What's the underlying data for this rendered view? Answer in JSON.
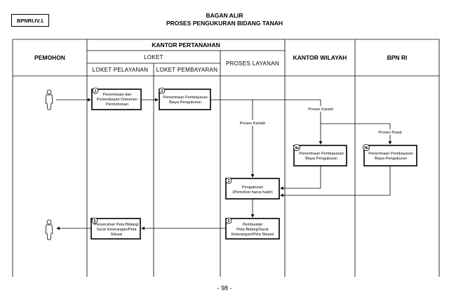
{
  "doc": {
    "code": "BPNRI.IV.1",
    "title_line1": "BAGAN ALIR",
    "title_line2": "PROSES PENGUKURAN BIDANG TANAH",
    "page_number": "- 98 -"
  },
  "headers": {
    "pemohon": "PEMOHON",
    "kantor_pertanahan": "KANTOR PERTANAHAN",
    "loket": "LOKET",
    "loket_pelayanan": "LOKET PELAYANAN",
    "loket_pembayaran": "LOKET PEMBAYARAN",
    "proses_layanan": "PROSES LAYANAN",
    "kantor_wilayah": "KANTOR WILAYAH",
    "bpn_ri": "BPN RI"
  },
  "steps": {
    "s1": {
      "num": "1",
      "line1": "Penerimaan dan",
      "line2": "Pemeriksaan Dokumen",
      "line3": "Permohonan"
    },
    "s2": {
      "num": "2",
      "line1": "Penerimaan Pembayaran",
      "line2": "Biaya Pengukuran"
    },
    "s4a": {
      "num": "4a",
      "line1": "Penerimaan Pembayaran",
      "line2": "Biaya Pengukuran"
    },
    "s4b": {
      "num": "4b",
      "line1": "Penerimaan Pembayaran",
      "line2": "Biaya Pengukuran"
    },
    "s3": {
      "num": "3",
      "line1": "Pengukuran",
      "line2": "(Pemohon harus hadir)"
    },
    "s5": {
      "num": "5",
      "line1": "Pembuatan",
      "line2": "Peta Bidang/Surat",
      "line3": "Keterangan/Peta Situasi"
    },
    "s6": {
      "num": "6",
      "line1": "Penyerahan Peta Bidang/",
      "line2": "Surat Keterangan/Peta",
      "line3": "Situasi"
    }
  },
  "flow_labels": {
    "kantah": "Proses Kantah",
    "kanwil": "Proses Kanwil",
    "pusat": "Proses Pusat"
  },
  "icons": [
    "person-icon",
    "person-icon"
  ]
}
